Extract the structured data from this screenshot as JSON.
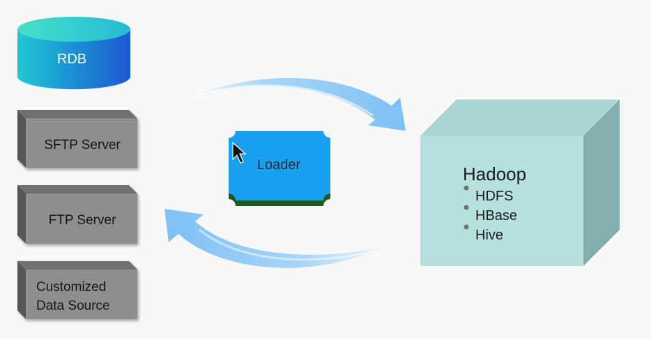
{
  "sources": {
    "rdb": {
      "label": "RDB"
    },
    "sftp": {
      "label": "SFTP Server"
    },
    "ftp": {
      "label": "FTP Server"
    },
    "custom": {
      "label_line1": "Customized",
      "label_line2": "Data Source"
    }
  },
  "loader": {
    "label": "Loader"
  },
  "hadoop": {
    "title": "Hadoop",
    "items": [
      "HDFS",
      "HBase",
      "Hive"
    ]
  },
  "colors": {
    "rdb_top": "#3bd6c8",
    "rdb_body_left": "#22c4d6",
    "rdb_body_right": "#1f63cf",
    "server_front": "#8c8c8c",
    "server_top": "#6f6f6f",
    "server_side": "#555555",
    "loader_fill": "#1a9ff0",
    "loader_shadow": "#1f5a1f",
    "hadoop_front": "#b4e1df",
    "hadoop_top": "#a6d4d1",
    "hadoop_side": "#7fa8a5",
    "arrow": "#8cc6f5"
  }
}
